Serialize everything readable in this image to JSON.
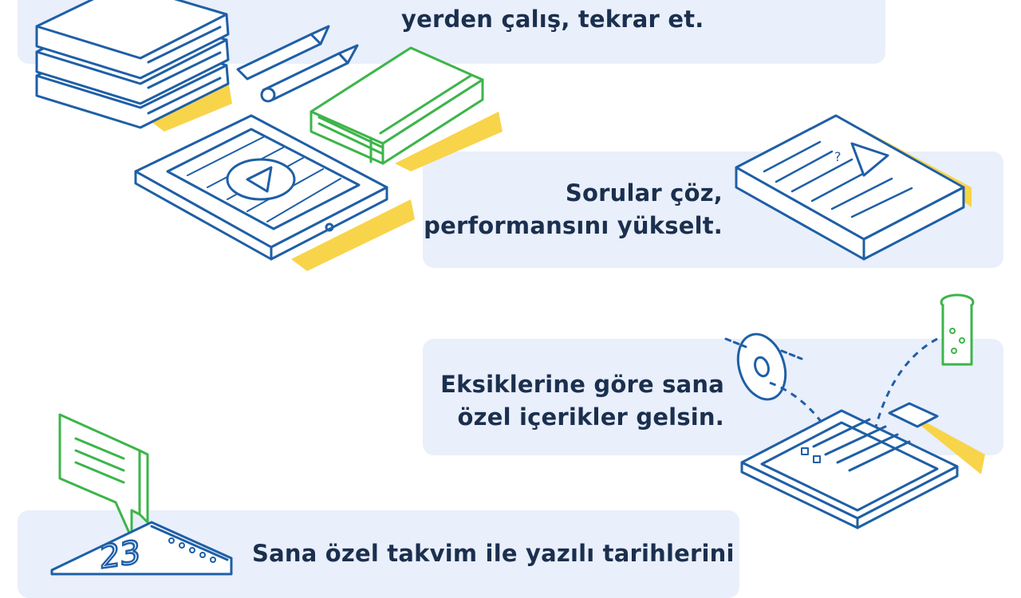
{
  "panels": [
    {
      "id": "study",
      "lines": [
        "yerden çalış, tekrar et."
      ]
    },
    {
      "id": "questions",
      "lines": [
        "Sorular çöz,",
        "performansını yükselt."
      ]
    },
    {
      "id": "content",
      "lines": [
        "Eksiklerine göre sana",
        "özel içerikler gelsin."
      ]
    },
    {
      "id": "calendar",
      "lines": [
        "Sana özel takvim ile yazılı tarihlerini"
      ]
    }
  ],
  "illustrations": {
    "calendar_number": "23",
    "booklet_mark": "?"
  },
  "colors": {
    "panel_bg": "#e9effb",
    "text": "#1b2f4e",
    "line_blue": "#1f5fa6",
    "line_green": "#3cb54a",
    "accent_yellow": "#f8d44a"
  }
}
